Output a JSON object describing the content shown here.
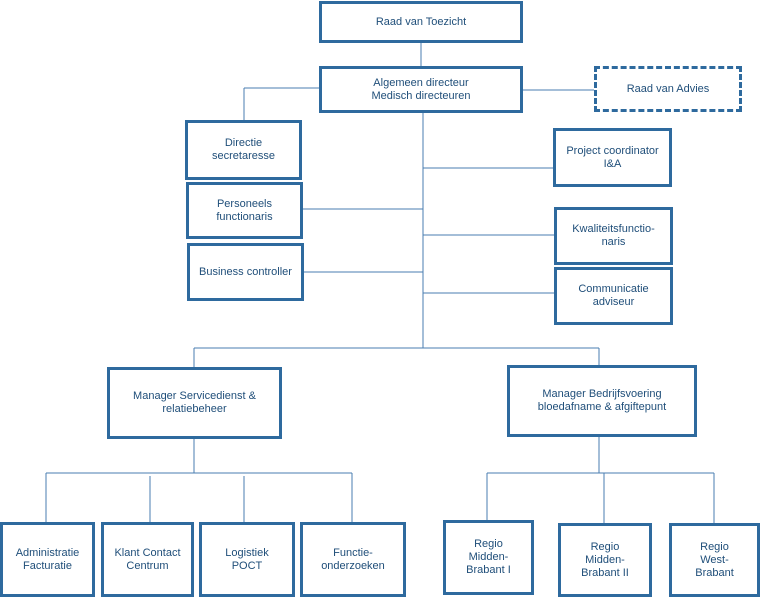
{
  "colors": {
    "line": "#4a7eb0",
    "border": "#2e6a9e",
    "text": "#1f4e79"
  },
  "nodes": {
    "raad_van_toezicht": "Raad van Toezicht",
    "directeur": "Algemeen directeur\nMedisch directeuren",
    "raad_van_advies": "Raad van Advies",
    "directie_secretaresse": "Directie\nsecretaresse",
    "personeels_functionaris": "Personeels\nfunctionaris",
    "business_controller": "Business controller",
    "project_coordinator": "Project coordinator\nI&A",
    "kwaliteitsfunctionaris": "Kwaliteitsfunctio-\nnaris",
    "communicatie_adviseur": "Communicatie\nadviseur",
    "manager_servicedienst": "Manager Servicedienst &\nrelatiebeheer",
    "manager_bedrijfsvoering": "Manager Bedrijfsvoering\nbloedafname & afgiftepunt",
    "administratie_facturatie": "Administratie\nFacturatie",
    "klant_contact_centrum": "Klant Contact\nCentrum",
    "logistiek_poct": "Logistiek\nPOCT",
    "functieonderzoeken": "Functie-\nonderzoeken",
    "regio_midden_brabant_1": "Regio\nMidden-\nBrabant I",
    "regio_midden_brabant_2": "Regio\nMidden-\nBrabant II",
    "regio_west_brabant": "Regio\nWest-\nBrabant"
  }
}
